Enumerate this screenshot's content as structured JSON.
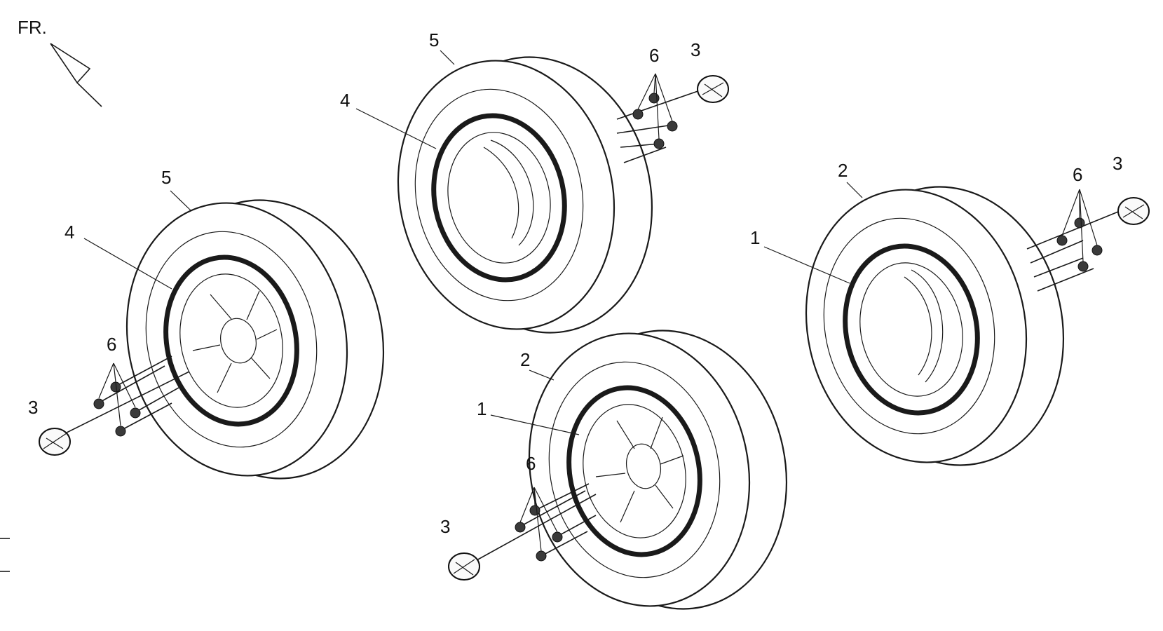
{
  "direction_label": "FR.",
  "callouts": {
    "rim_front": "1",
    "tire_front": "2",
    "wheel_cap": "3",
    "rim_rear": "4",
    "tire_rear": "5",
    "nut": "6"
  }
}
